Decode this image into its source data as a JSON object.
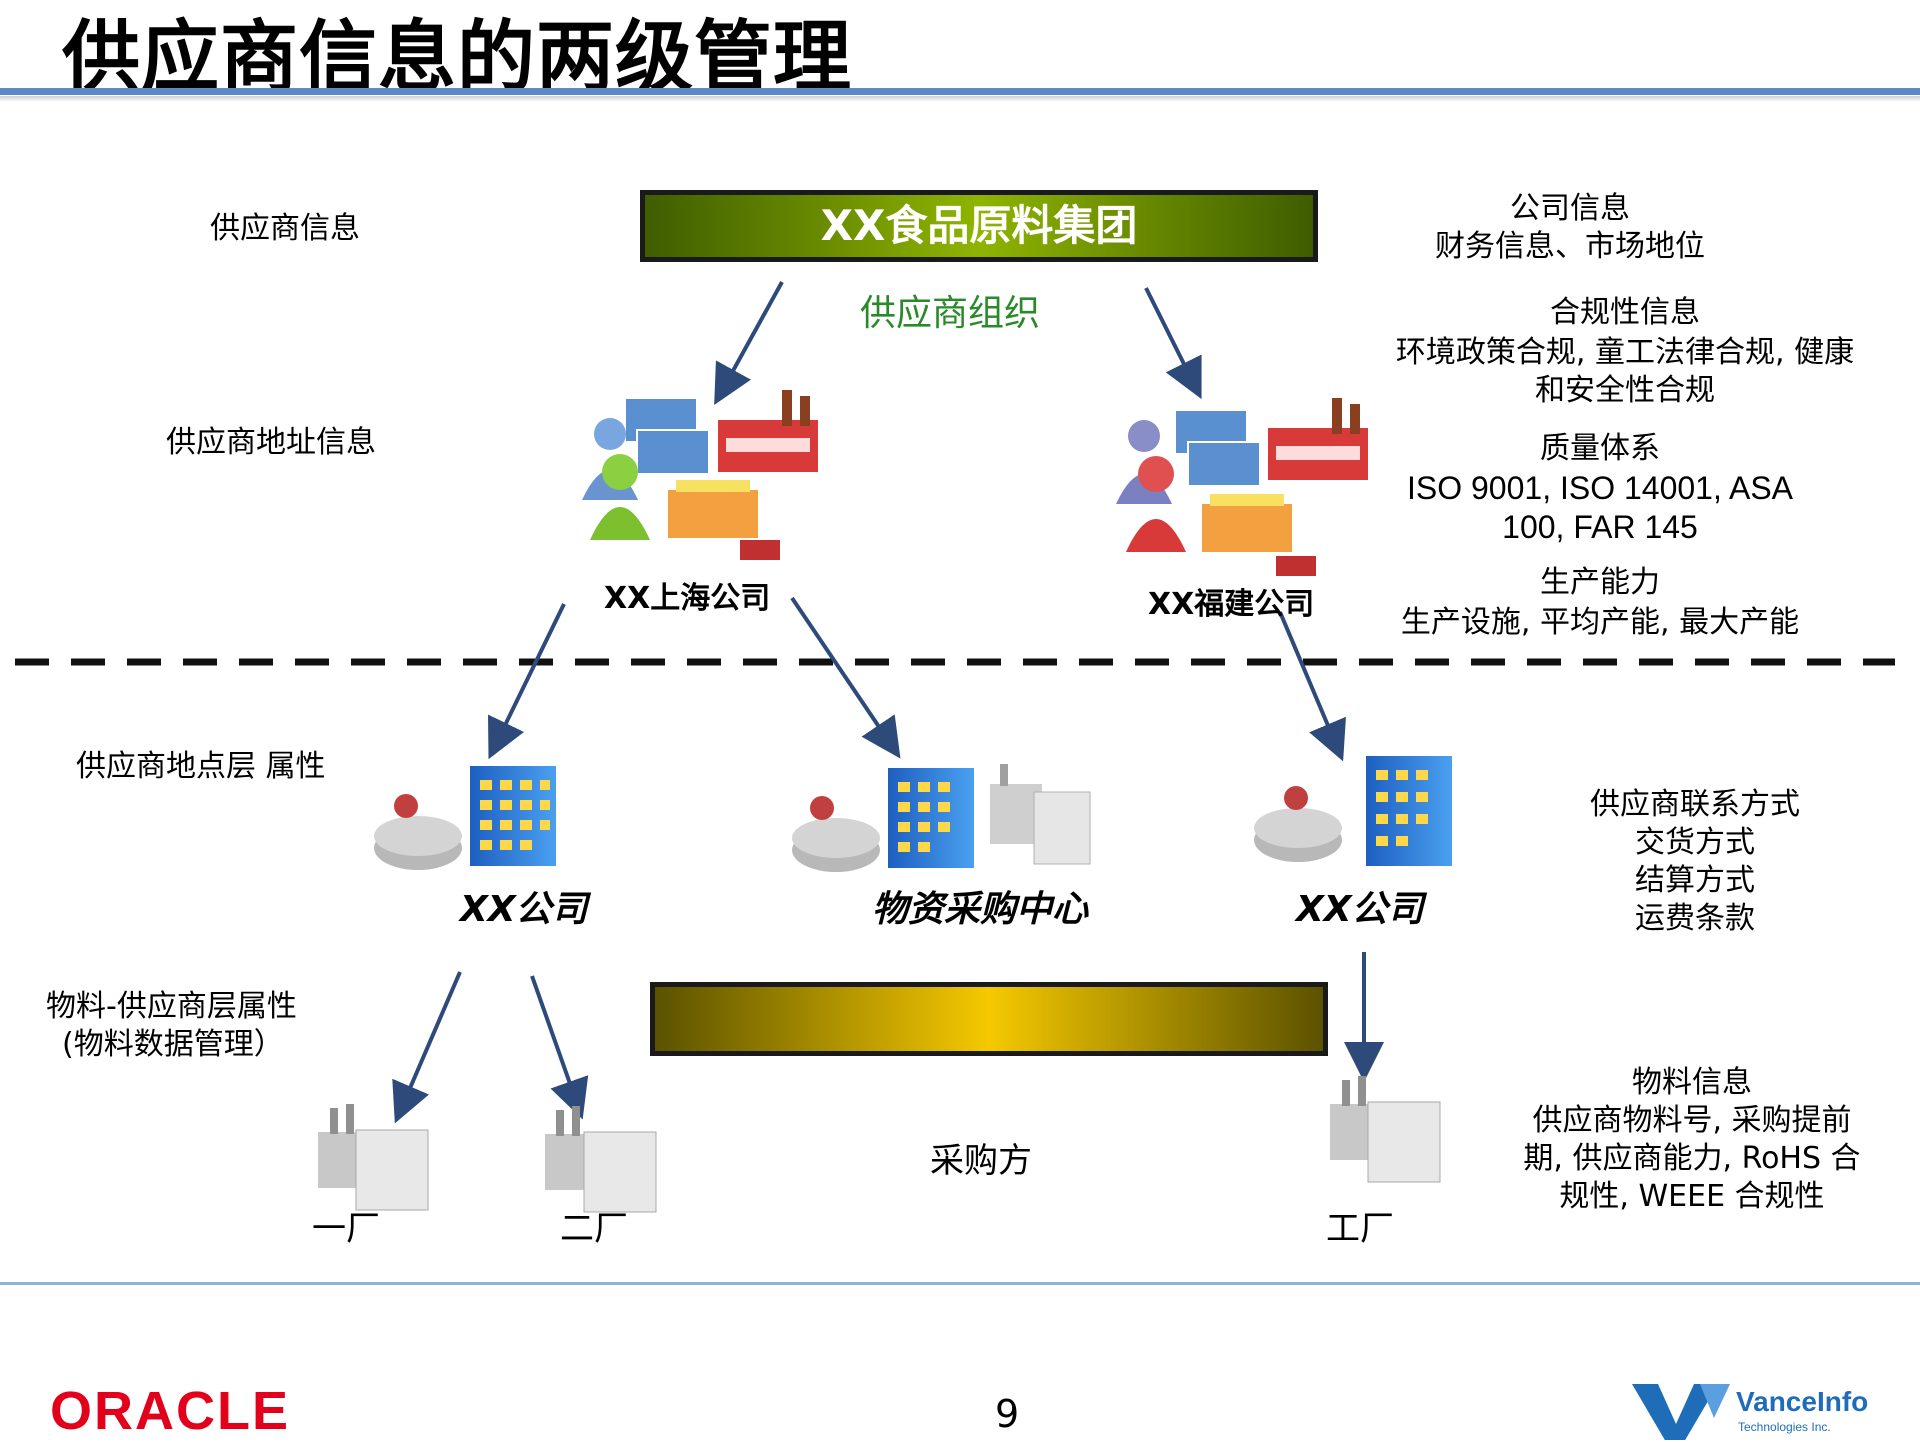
{
  "title": "供应商信息的两级管理",
  "top_bar_label": "XX食品原料集团",
  "supplier_org_label": "供应商组织",
  "left_labels": {
    "supplier_info": "供应商信息",
    "supplier_address": "供应商地址信息",
    "site_attributes": "供应商地点层 属性",
    "material_attr_line1": "物料-供应商层属性",
    "material_attr_line2": "(物料数据管理）"
  },
  "companies": {
    "shanghai": "XX上海公司",
    "fujian": "XX福建公司"
  },
  "sites": {
    "site_left": "XX公司",
    "site_center": "物资采购中心",
    "site_right": "XX公司"
  },
  "plants": {
    "plant1": "一厂",
    "plant2": "二厂",
    "plant3": "工厂"
  },
  "buyer_label": "采购方",
  "right_info": {
    "company_title": "公司信息",
    "company_detail": "财务信息、市场地位",
    "compliance_title": "合规性信息",
    "compliance_detail1": "环境政策合规, 童工法律合规, 健康",
    "compliance_detail2": "和安全性合规",
    "quality_title": "质量体系",
    "quality_detail1": "ISO 9001, ISO 14001, ASA",
    "quality_detail2": "100, FAR 145",
    "capacity_title": "生产能力",
    "capacity_detail": "生产设施, 平均产能, 最大产能",
    "site_line1": "供应商联系方式",
    "site_line2": "交货方式",
    "site_line3": "结算方式",
    "site_line4": "运费条款",
    "material_title": "物料信息",
    "material_line1": "供应商物料号, 采购提前",
    "material_line2": "期, 供应商能力, RoHS 合",
    "material_line3": "规性, WEEE 合规性"
  },
  "footer": {
    "page_number": "9",
    "oracle_logo": "ORACLE",
    "vanceinfo_logo": "VanceInfo",
    "vanceinfo_sub": "Technologies Inc."
  },
  "colors": {
    "arrow": "#2e4a7a",
    "green_bar": "#8fb400",
    "gold_bar": "#f5c800",
    "title_rule": "#5b89c8"
  }
}
